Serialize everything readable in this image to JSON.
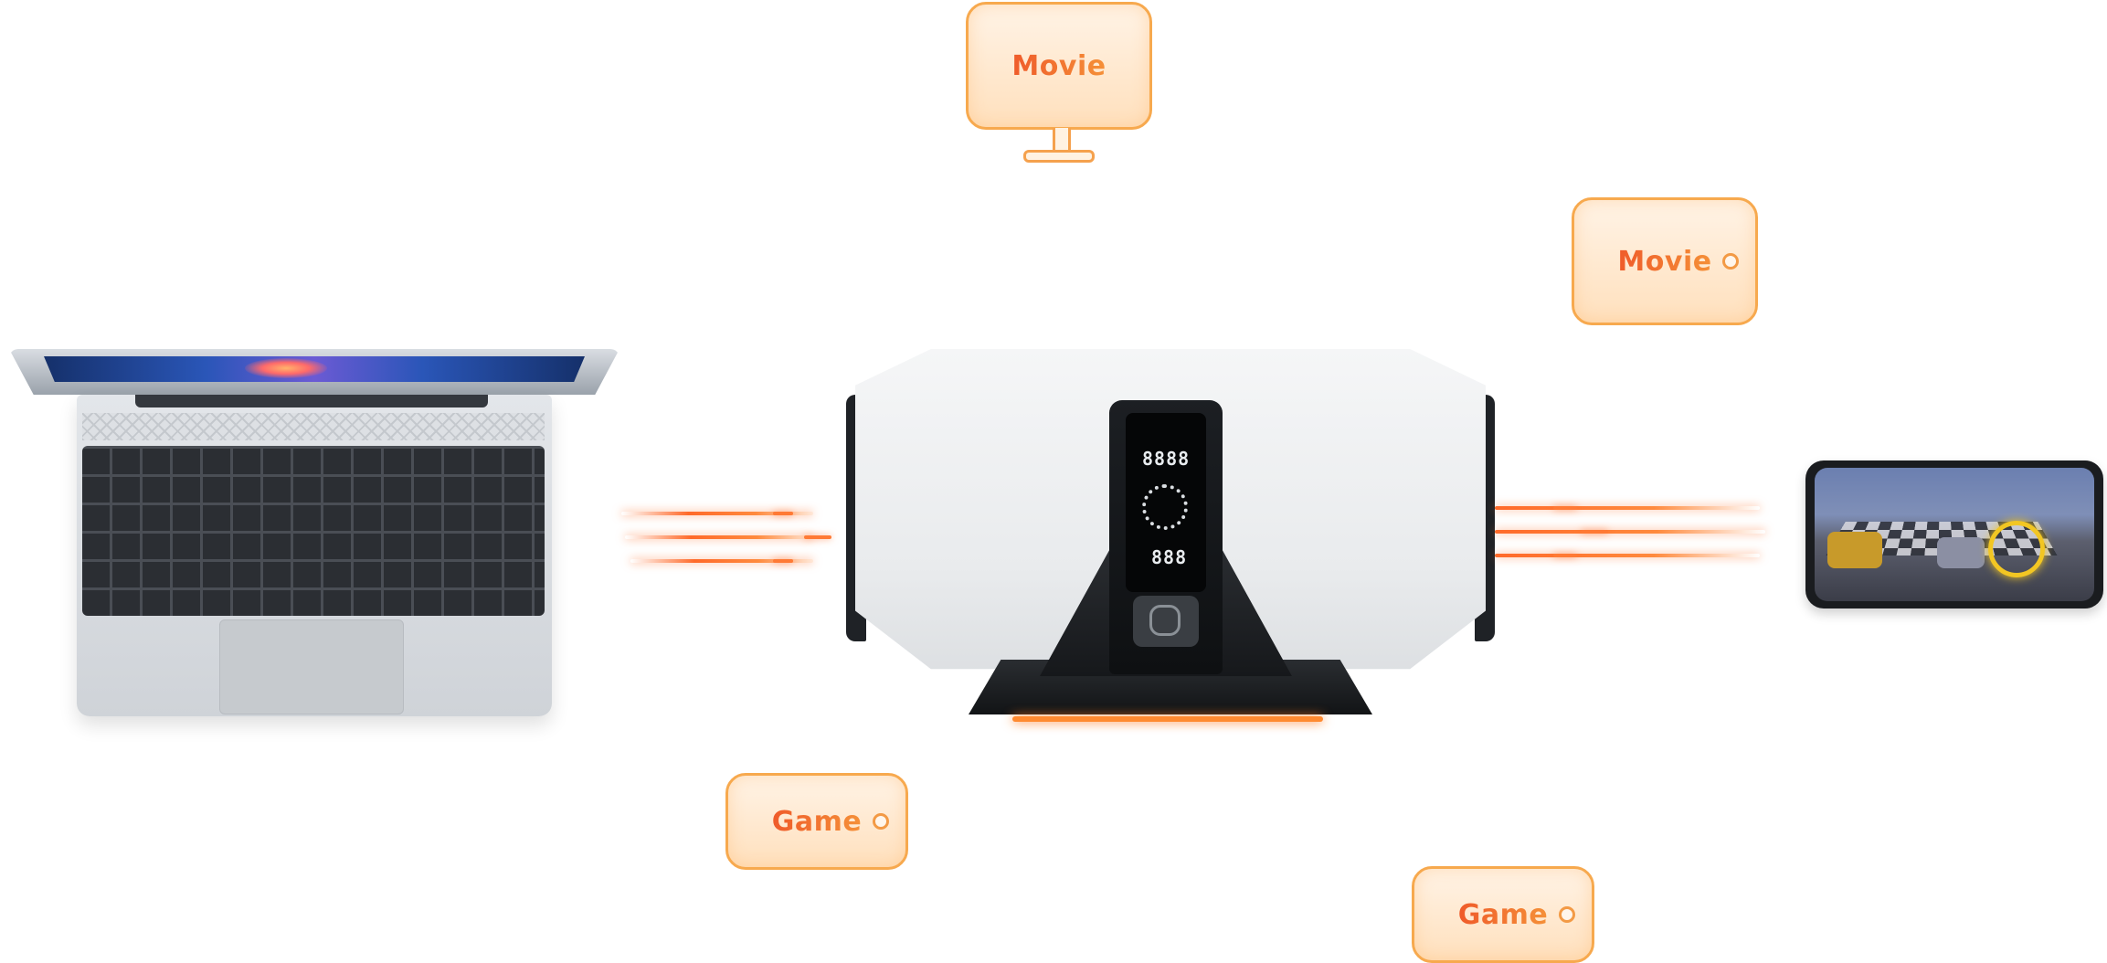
{
  "labels": {
    "top_movie": "Movie",
    "right_movie": "Movie",
    "left_game": "Game",
    "bottom_game": "Game"
  },
  "colors": {
    "accent_orange": "#f59038",
    "text_orange_red": "#ef5b2a",
    "box_border": "#f7a94e",
    "device_dark": "#1c1f23",
    "device_light": "#f5f6f7"
  },
  "device": {
    "display_top": "8888",
    "display_bottom": "888"
  }
}
